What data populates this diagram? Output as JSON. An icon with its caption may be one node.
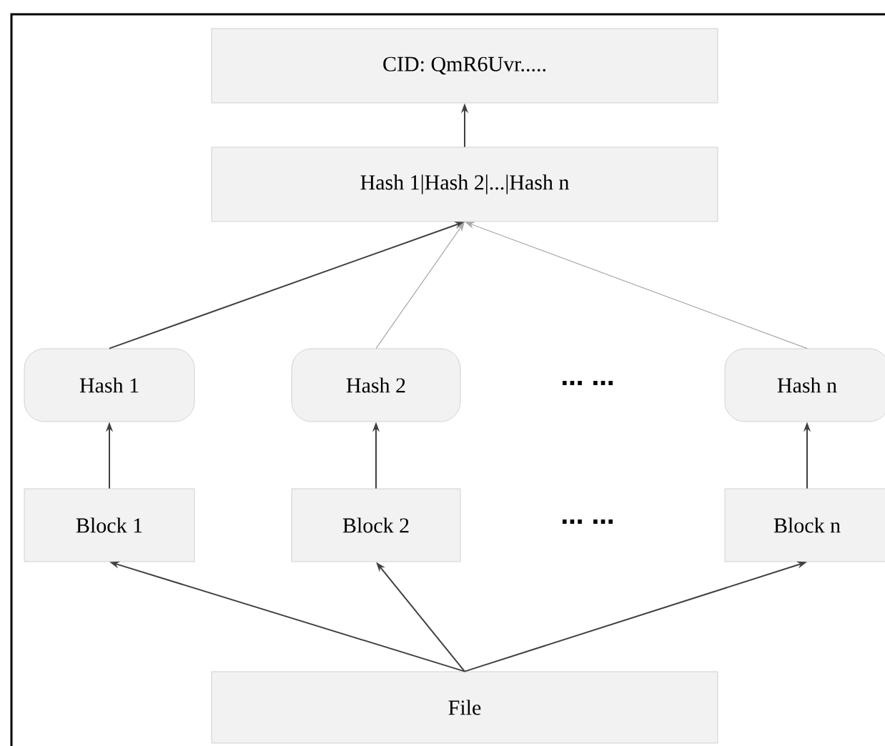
{
  "diagram": {
    "nodes": [
      {
        "text": [
          "CID: QmR6Uvr....."
        ]
      },
      {
        "text": [
          "Hash 1|Hash 2|...|Hash n"
        ]
      },
      {
        "text": [
          "Hash 1"
        ]
      },
      {
        "text": [
          "Hash 2"
        ]
      },
      {
        "text": [
          "Hash n"
        ]
      },
      {
        "text": [
          "Block 1"
        ]
      },
      {
        "text": [
          "Block 2"
        ]
      },
      {
        "text": [
          "Block n"
        ]
      },
      {
        "text": [
          "File"
        ]
      }
    ],
    "edges": [
      {
        "from": 1,
        "to": 0,
        "arrow": "to"
      },
      {
        "from": 2,
        "to": 1,
        "arrow": "to"
      },
      {
        "from": 3,
        "to": 1,
        "arrow": "to",
        "color": "#a8a8a8"
      },
      {
        "from": 4,
        "to": 1,
        "arrow": "to",
        "color": "#a8a8a8"
      },
      {
        "from": 5,
        "to": 2,
        "arrow": "to"
      },
      {
        "from": 6,
        "to": 3,
        "arrow": "to"
      },
      {
        "from": 7,
        "to": 4,
        "arrow": "to"
      },
      {
        "from": 8,
        "to": 5,
        "arrow": "to"
      },
      {
        "from": 8,
        "to": 6,
        "arrow": "to"
      },
      {
        "from": 8,
        "to": 7,
        "arrow": "to"
      }
    ],
    "labels": [
      "⋯ ⋯",
      "⋯ ⋯"
    ]
  }
}
